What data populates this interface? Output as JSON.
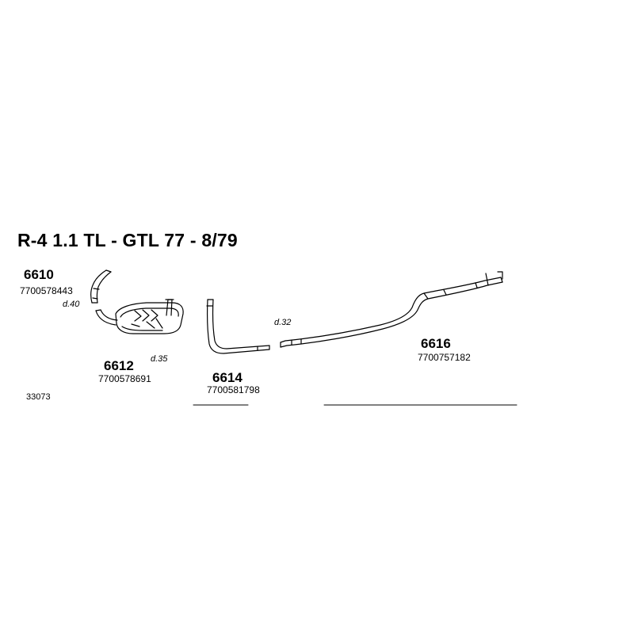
{
  "title": "R-4 1.1 TL - GTL  77 - 8/79",
  "parts": [
    {
      "number": "6610",
      "oem": "7700578443",
      "diameter": "d.40"
    },
    {
      "number": "6612",
      "oem": "7700578691",
      "diameter": "d.35"
    },
    {
      "number": "6614",
      "oem": "7700581798",
      "diameter": "d.32"
    },
    {
      "number": "6616",
      "oem": "7700757182"
    }
  ],
  "drawing_ref": "33073",
  "colors": {
    "line": "#000000",
    "background": "#ffffff"
  }
}
